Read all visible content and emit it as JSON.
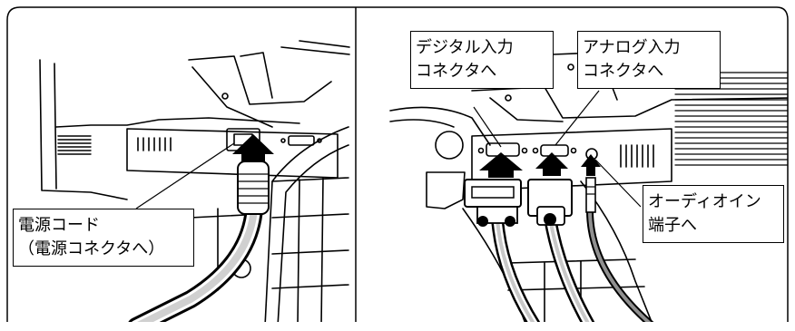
{
  "left_panel": {
    "power_label_line1": "電源コード",
    "power_label_line2": "（電源コネクタへ）"
  },
  "right_panel": {
    "digital_label_line1": "デジタル入力",
    "digital_label_line2": "コネクタへ",
    "analog_label_line1": "アナログ入力",
    "analog_label_line2": "コネクタへ",
    "audio_label_line1": "オーディオイン",
    "audio_label_line2": "端子へ"
  }
}
